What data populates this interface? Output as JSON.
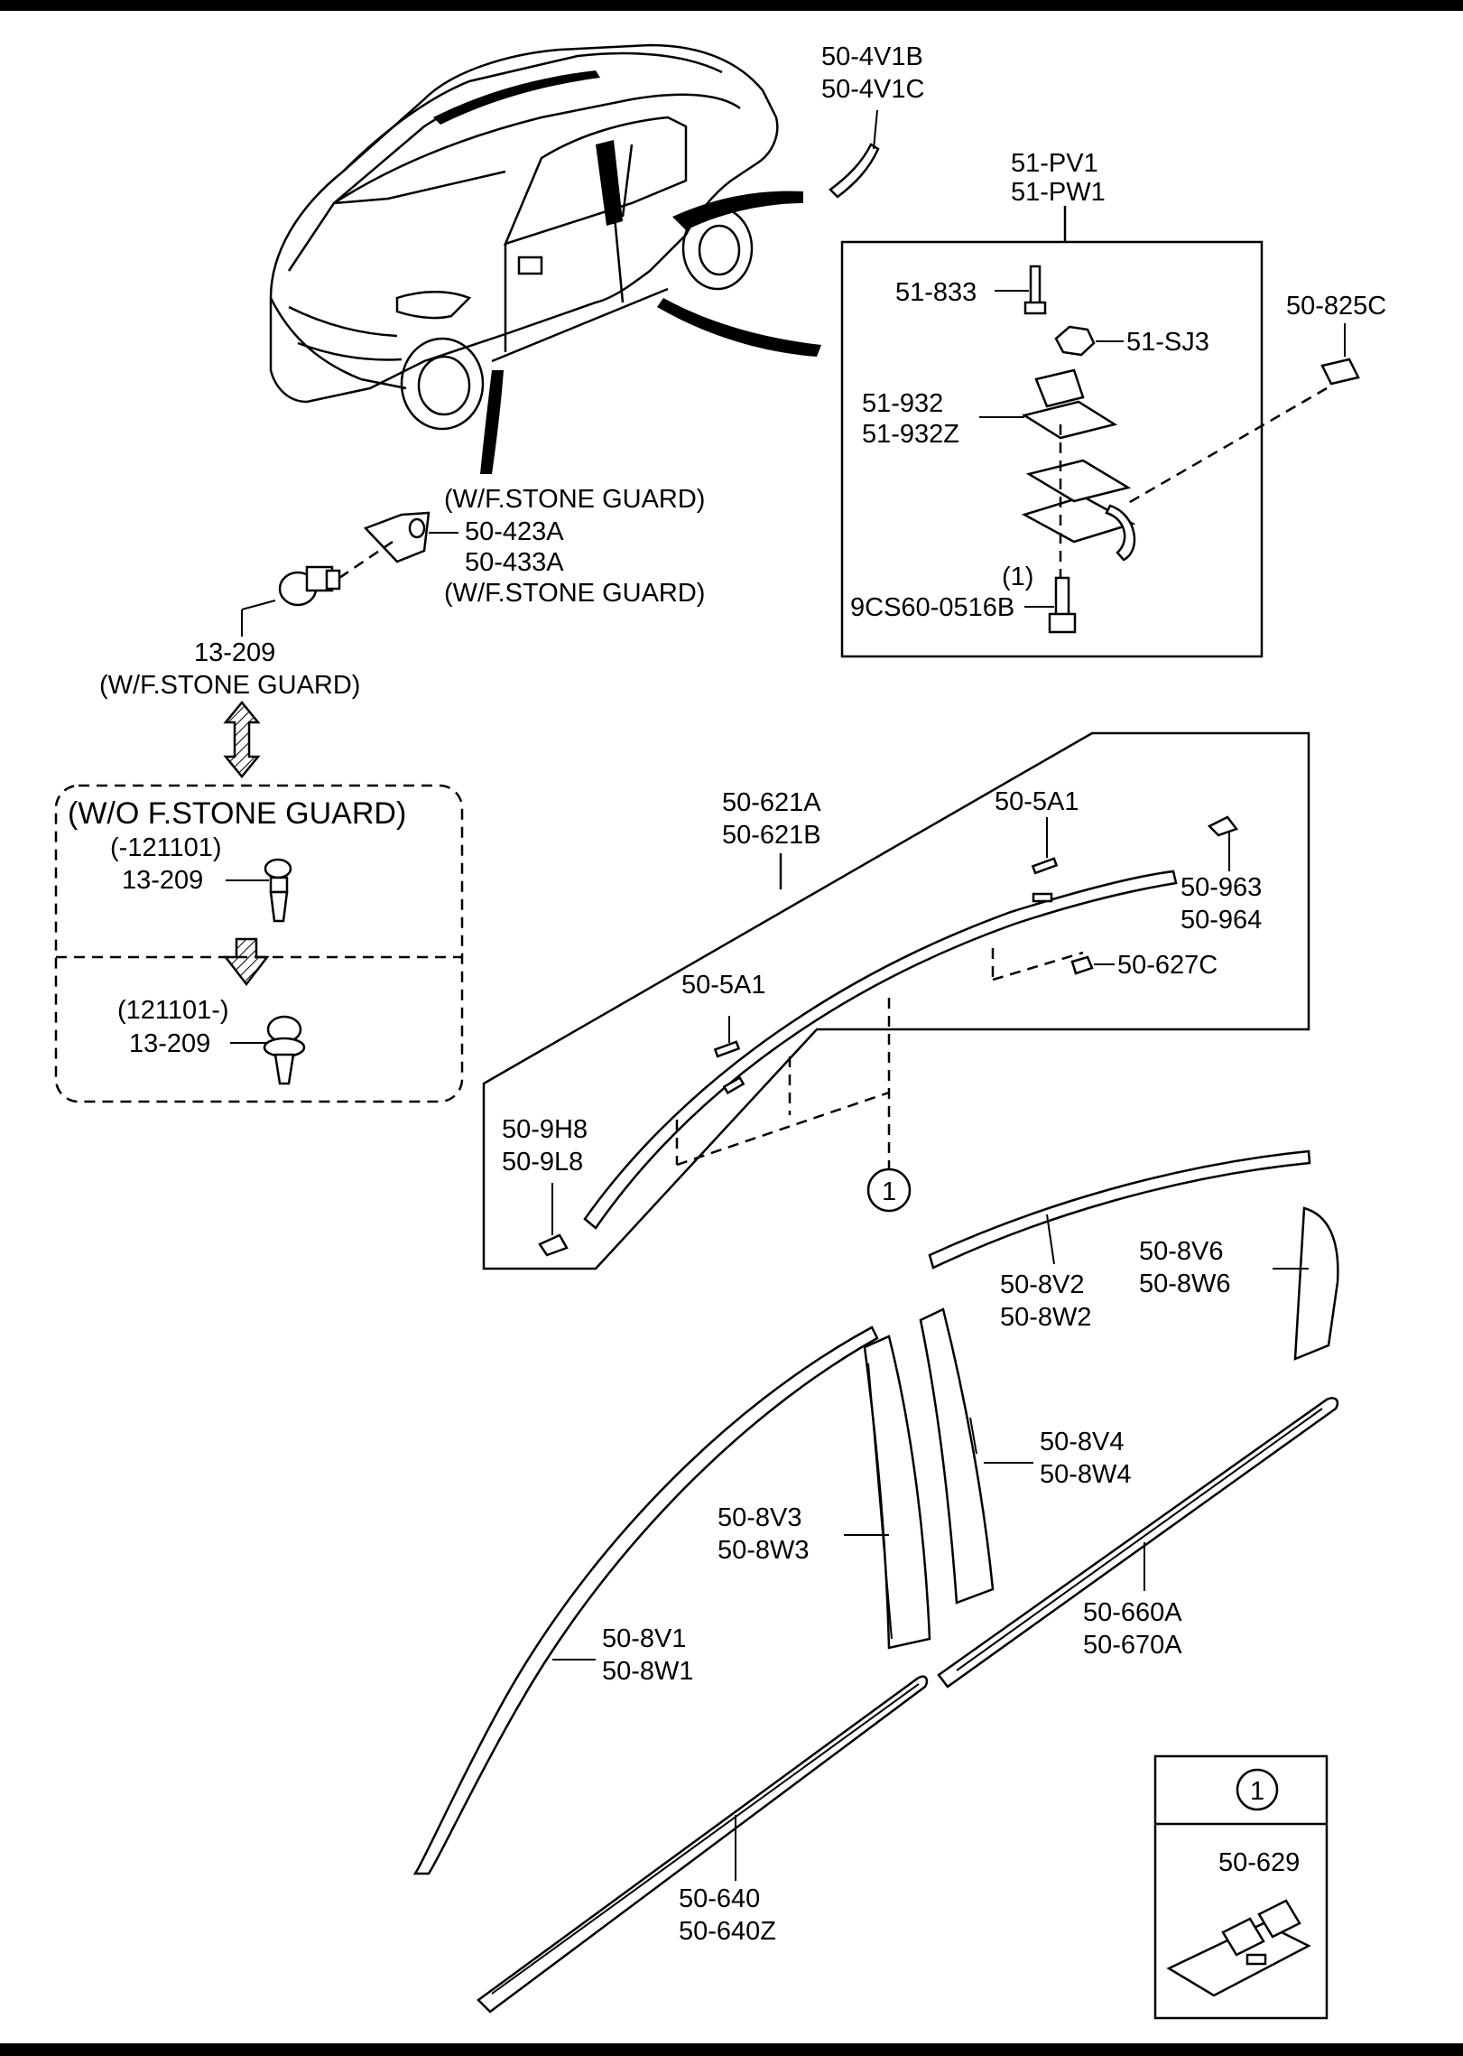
{
  "labels": {
    "p_50_4V1B": "50-4V1B",
    "p_50_4V1C": "50-4V1C",
    "p_51_PV1": "51-PV1",
    "p_51_PW1": "51-PW1",
    "p_51_833": "51-833",
    "p_51_SJ3": "51-SJ3",
    "p_50_825C": "50-825C",
    "p_51_932": "51-932",
    "p_51_932Z": "51-932Z",
    "p_qty_1": "(1)",
    "p_9CS60": "9CS60-0516B",
    "wf_stone_guard_a": "(W/F.STONE GUARD)",
    "p_50_423A": "50-423A",
    "p_50_433A": "50-433A",
    "wf_stone_guard_b": "(W/F.STONE GUARD)",
    "p_13_209_a": "13-209",
    "wf_stone_guard_c": "(W/F.STONE GUARD)",
    "wo_stone_guard": "(W/O F.STONE GUARD)",
    "date_before": "(-121101)",
    "p_13_209_b": "13-209",
    "date_after": "(121101-)",
    "p_13_209_c": "13-209",
    "p_50_621A": "50-621A",
    "p_50_621B": "50-621B",
    "p_50_5A1_a": "50-5A1",
    "p_50_963": "50-963",
    "p_50_964": "50-964",
    "p_50_627C": "50-627C",
    "p_50_5A1_b": "50-5A1",
    "p_50_9H8": "50-9H8",
    "p_50_9L8": "50-9L8",
    "callout_1": "1",
    "p_50_8V2": "50-8V2",
    "p_50_8W2": "50-8W2",
    "p_50_8V6": "50-8V6",
    "p_50_8W6": "50-8W6",
    "p_50_8V4": "50-8V4",
    "p_50_8W4": "50-8W4",
    "p_50_8V3": "50-8V3",
    "p_50_8W3": "50-8W3",
    "p_50_660A": "50-660A",
    "p_50_670A": "50-670A",
    "p_50_8V1": "50-8V1",
    "p_50_8W1": "50-8W1",
    "legend_callout": "1",
    "p_50_629": "50-629",
    "p_50_640": "50-640",
    "p_50_640Z": "50-640Z"
  }
}
